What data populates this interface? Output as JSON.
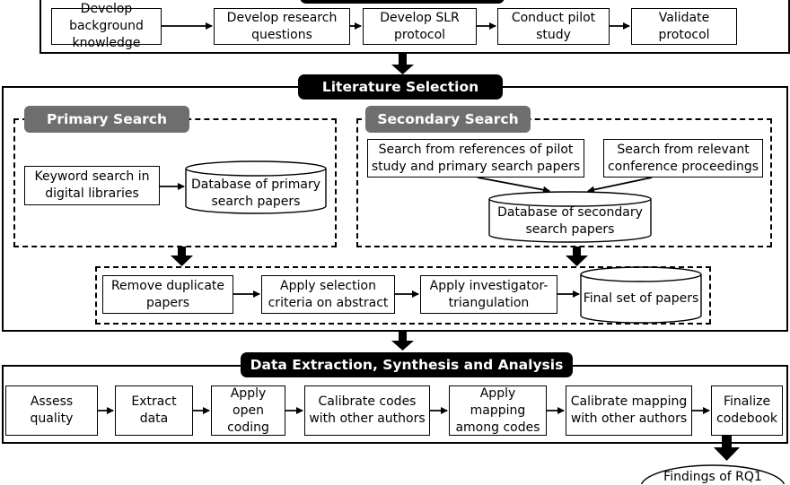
{
  "planning": {
    "steps": [
      "Develop background knowledge",
      "Develop research questions",
      "Develop SLR protocol",
      "Conduct pilot study",
      "Validate protocol"
    ]
  },
  "selection": {
    "title": "Literature Selection",
    "primary": {
      "title": "Primary Search",
      "keyword": "Keyword search in digital libraries",
      "database": "Database of primary search papers"
    },
    "secondary": {
      "title": "Secondary Search",
      "references": "Search from references of pilot study and primary search papers",
      "conferences": "Search from relevant conference proceedings",
      "database": "Database of secondary search papers"
    },
    "steps": [
      "Remove duplicate papers",
      "Apply selection criteria on abstract",
      "Apply investigator-triangulation"
    ],
    "final": "Final set of papers"
  },
  "analysis": {
    "title": "Data Extraction, Synthesis and Analysis",
    "steps": [
      "Assess quality",
      "Extract data",
      "Apply open coding",
      "Calibrate codes with other authors",
      "Apply mapping among codes",
      "Calibrate mapping with other authors",
      "Finalize codebook"
    ]
  },
  "findings": "Findings of RQ1"
}
